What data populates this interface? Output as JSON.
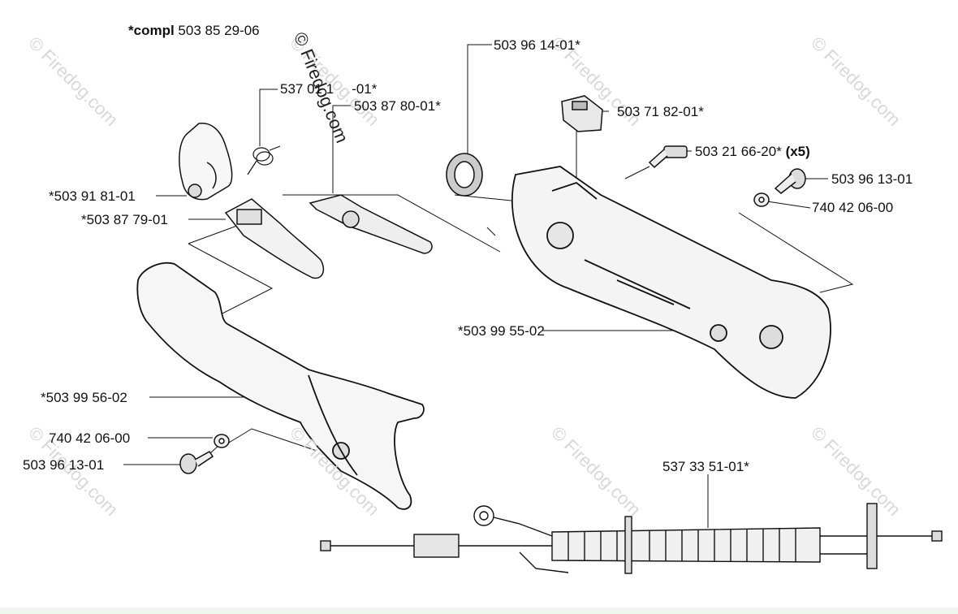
{
  "watermark": "© Firedog.com",
  "compl": {
    "prefix": "*compl",
    "number": "503 85 29-06"
  },
  "labels": {
    "p50396140": "503 96 14-01*",
    "p53701": "537 01 1",
    "p53701b": "-01*",
    "p50387800": "503 87 80-01*",
    "p50371820": "503 71 82-01*",
    "p50321662": "503 21 66-20*",
    "p50321662x": "(x5)",
    "p5039613a": "503 96 13-01",
    "p7404206a": "740 42 06-00",
    "p50391810": "*503 91 81-01",
    "p50387790": "*503 87 79-01",
    "p50399550": "*503 99 55-02",
    "p50399560": "*503 99 56-02",
    "p7404206b": "740 42 06-00",
    "p5039613b": "503 96 13-01",
    "p53733510": "537 33 51-01*"
  }
}
